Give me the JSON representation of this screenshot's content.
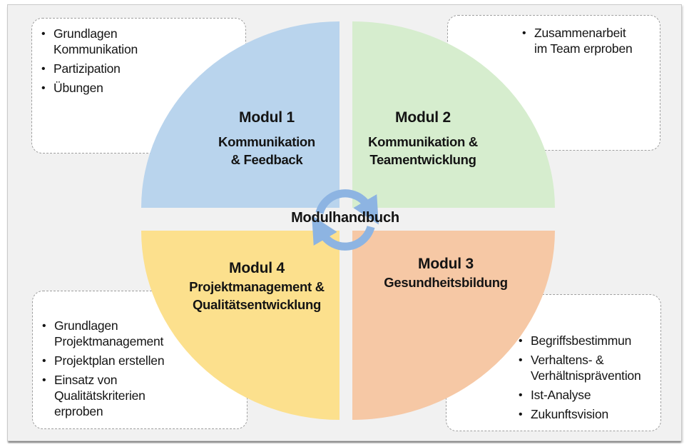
{
  "diagram_title": "Modulhandbuch",
  "center": {
    "label": "Modulhandbuch",
    "icon": "cycle-arrows-icon"
  },
  "modules": [
    {
      "title": "Modul 1",
      "subtitle": "Kommunikation\n& Feedback",
      "color": "#b9d4ed",
      "position": "top-left"
    },
    {
      "title": "Modul 2",
      "subtitle": "Kommunikation &\nTeamentwicklung",
      "color": "#d6edce",
      "position": "top-right"
    },
    {
      "title": "Modul 3",
      "subtitle": "Gesundheitsbildung",
      "color": "#f6c8a5",
      "position": "bottom-right"
    },
    {
      "title": "Modul 4",
      "subtitle": "Projektmanagement &\nQualitätsentwicklung",
      "color": "#fce08d",
      "position": "bottom-left"
    }
  ],
  "notes": {
    "top_left": {
      "items": [
        "Grundlagen\nKommunikation",
        "Partizipation",
        "Übungen"
      ]
    },
    "top_right": {
      "items": [
        "Zusammenarbeit\nim Team erproben"
      ]
    },
    "bottom_left": {
      "items": [
        "Grundlagen\nProjektmanagement",
        "Projektplan erstellen",
        "Einsatz von\nQualitätskriterien\nerproben"
      ]
    },
    "bottom_right": {
      "items": [
        "Begriffsbestimmun",
        "Verhaltens- &\nVerhältnisprävention",
        "Ist-Analyse",
        "Zukunftsvision"
      ]
    }
  },
  "colors": {
    "slide_background": "#f1f1f1",
    "quadrant_blue": "#b9d4ed",
    "quadrant_green": "#d6edce",
    "quadrant_orange": "#f6c8a5",
    "quadrant_yellow": "#fce08d",
    "arrow_blue": "#8db4e2",
    "text": "#141414",
    "dashed_border": "#9f9f9f"
  }
}
